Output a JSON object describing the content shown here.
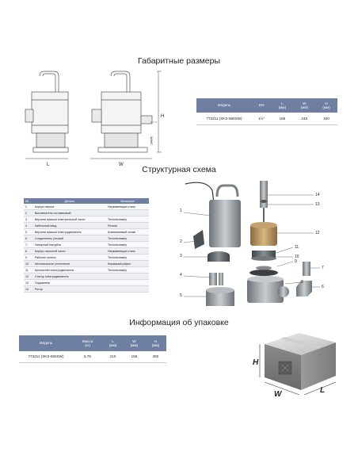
{
  "dimensions": {
    "title": "Габаритные размеры",
    "drawing_labels": {
      "length": "L",
      "width": "W",
      "height": "H",
      "height_marker": "МАКС"
    },
    "table": {
      "headers": [
        "Модель",
        "DN",
        "L\n(мм)",
        "W\n(мм)",
        "H\n(мм)"
      ],
      "rows": [
        [
          "773211 (XKS-550SW)",
          "1½\"",
          "165",
          "248",
          "340"
        ]
      ]
    }
  },
  "structure": {
    "title": "Структурная схема",
    "table": {
      "headers": [
        "№",
        "Деталь",
        "Материал"
      ],
      "rows": [
        [
          "1",
          "Корпус насоса",
          "Нержавеющая сталь"
        ],
        [
          "2",
          "Выключатель поплавковый",
          ""
        ],
        [
          "3",
          "Верхняя крышка электрической части",
          "Технополимер"
        ],
        [
          "4",
          "Кабельный ввод",
          "Резина"
        ],
        [
          "5",
          "Верхняя крышка электродвигателя",
          "Алюминиевый сплав"
        ],
        [
          "6",
          "Соединитель угловой",
          "Технополимер"
        ],
        [
          "7",
          "Напорный патрубок",
          "Технополимер"
        ],
        [
          "8",
          "Корпус насосной части",
          "Нержавеющая сталь"
        ],
        [
          "9",
          "Рабочее колесо",
          "Технополимер"
        ],
        [
          "10",
          "Механическое уплотнение",
          "Керамика/графит"
        ],
        [
          "11",
          "Кронштейн электродвигателя",
          "Технополимер"
        ],
        [
          "12",
          "Статор электродвигателя",
          ""
        ],
        [
          "13",
          "Подшипник",
          ""
        ],
        [
          "14",
          "Ротор",
          ""
        ]
      ]
    },
    "callouts": [
      "1",
      "2",
      "3",
      "4",
      "5",
      "6",
      "7",
      "8",
      "9",
      "10",
      "11",
      "12",
      "13",
      "14"
    ]
  },
  "packaging": {
    "title": "Информация об упаковке",
    "table": {
      "headers": [
        "Модель",
        "Масса\n(кг)",
        "L\n(мм)",
        "W\n(мм)",
        "H\n(мм)"
      ],
      "rows": [
        [
          "773211 (XKS-550SW)",
          "5.75",
          "210",
          "165",
          "350"
        ]
      ]
    },
    "box_labels": {
      "height": "H",
      "width": "W",
      "length": "L"
    }
  },
  "colors": {
    "header_bg": "#6f7fa2",
    "row_alt": "#eceef3",
    "metal": "#9aa0a6",
    "dark_metal": "#5c6166"
  }
}
